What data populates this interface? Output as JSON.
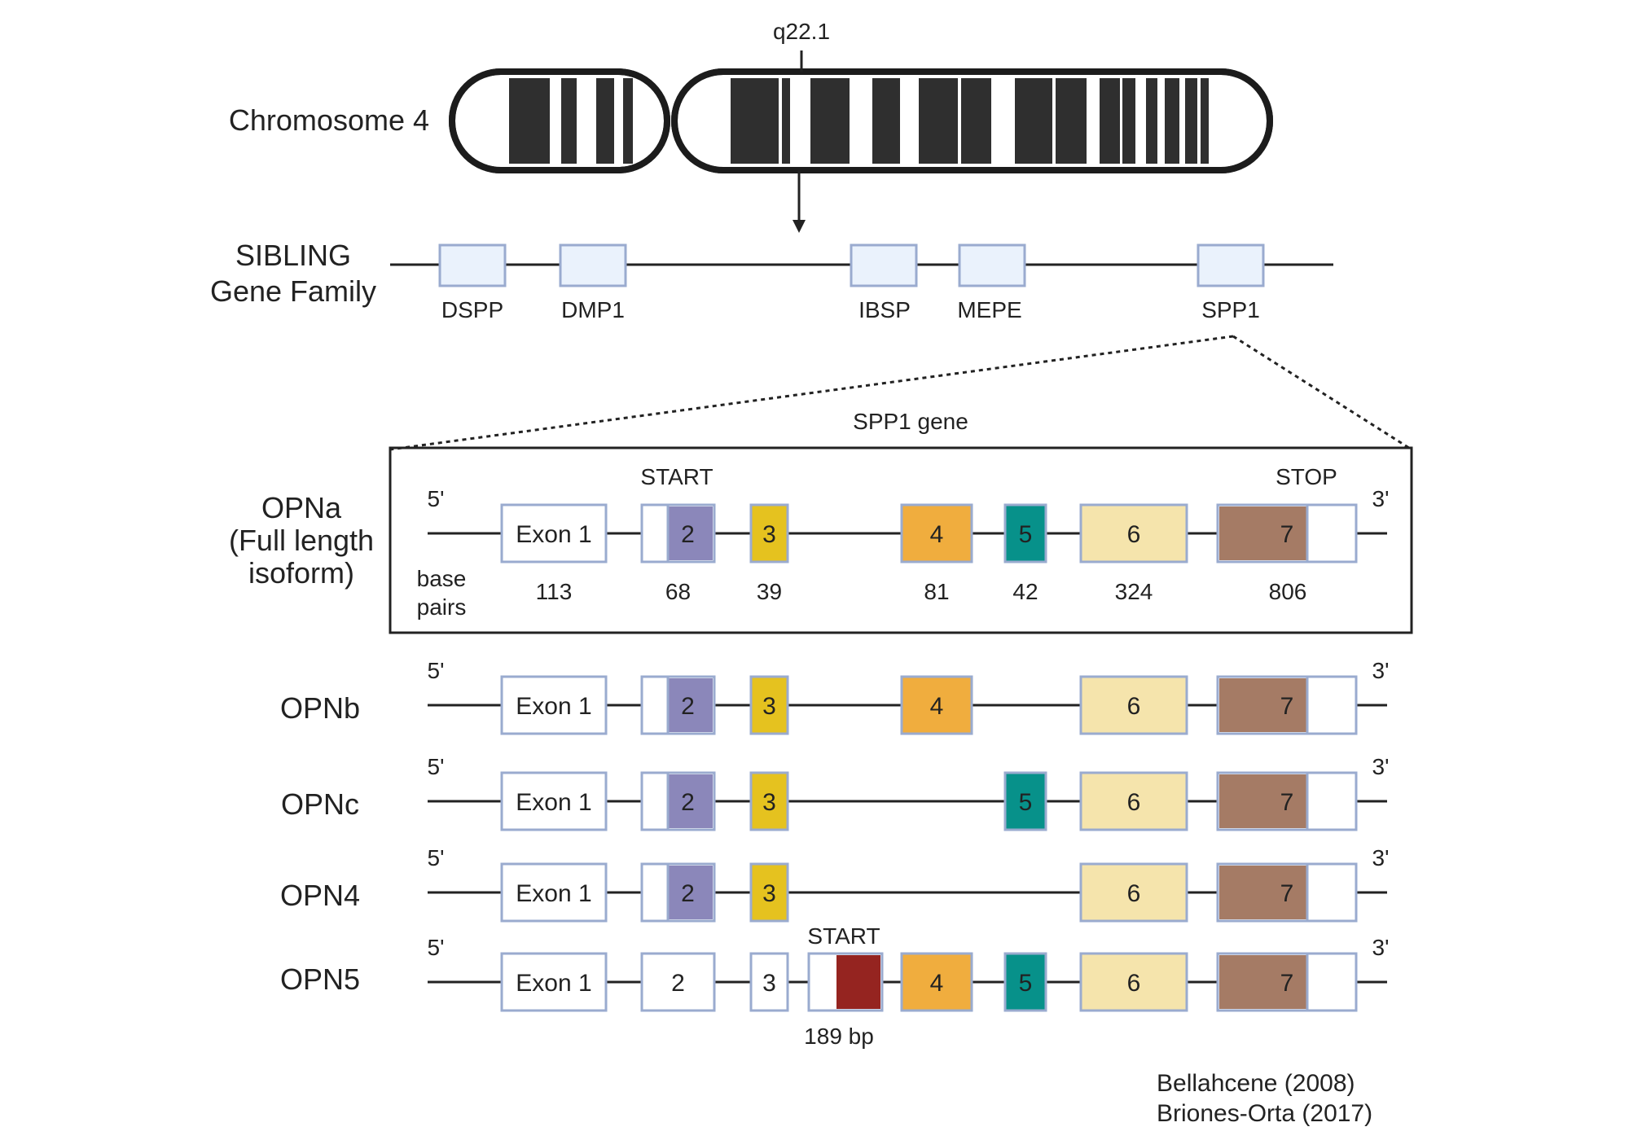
{
  "chromosome": {
    "label": "Chromosome 4",
    "band": "q22.1"
  },
  "sibling": {
    "label_line1": "SIBLING",
    "label_line2": "Gene Family",
    "genes": [
      "DSPP",
      "DMP1",
      "IBSP",
      "MEPE",
      "SPP1"
    ]
  },
  "spp1": {
    "title": "SPP1 gene",
    "start_label": "START",
    "stop_label": "STOP",
    "five_prime": "5'",
    "three_prime": "3'",
    "base_pairs_line1": "base",
    "base_pairs_line2": "pairs",
    "exon_labels": [
      "Exon 1",
      "2",
      "3",
      "4",
      "5",
      "6",
      "7"
    ],
    "base_pair_counts": [
      "113",
      "68",
      "39",
      "81",
      "42",
      "324",
      "806"
    ]
  },
  "isoforms": {
    "opna_line1": "OPNa",
    "opna_line2": "(Full length",
    "opna_line3": "isoform)",
    "opnb": "OPNb",
    "opnc": "OPNc",
    "opn4": "OPN4",
    "opn5": "OPN5"
  },
  "opn5": {
    "start_label": "START",
    "extra_exon_size": "189 bp"
  },
  "references": {
    "line1": "Bellahcene (2008)",
    "line2": "Briones-Orta (2017)"
  },
  "colors": {
    "exon2": "#8b87ba",
    "exon3": "#e5c21f",
    "exon4": "#f0ad3e",
    "exon5": "#07918a",
    "exon6": "#f5e4ac",
    "exon7": "#a57b65",
    "opn5_start": "#952420",
    "sibling_box": "#eaf2fc",
    "box_border": "#9aabcf"
  }
}
